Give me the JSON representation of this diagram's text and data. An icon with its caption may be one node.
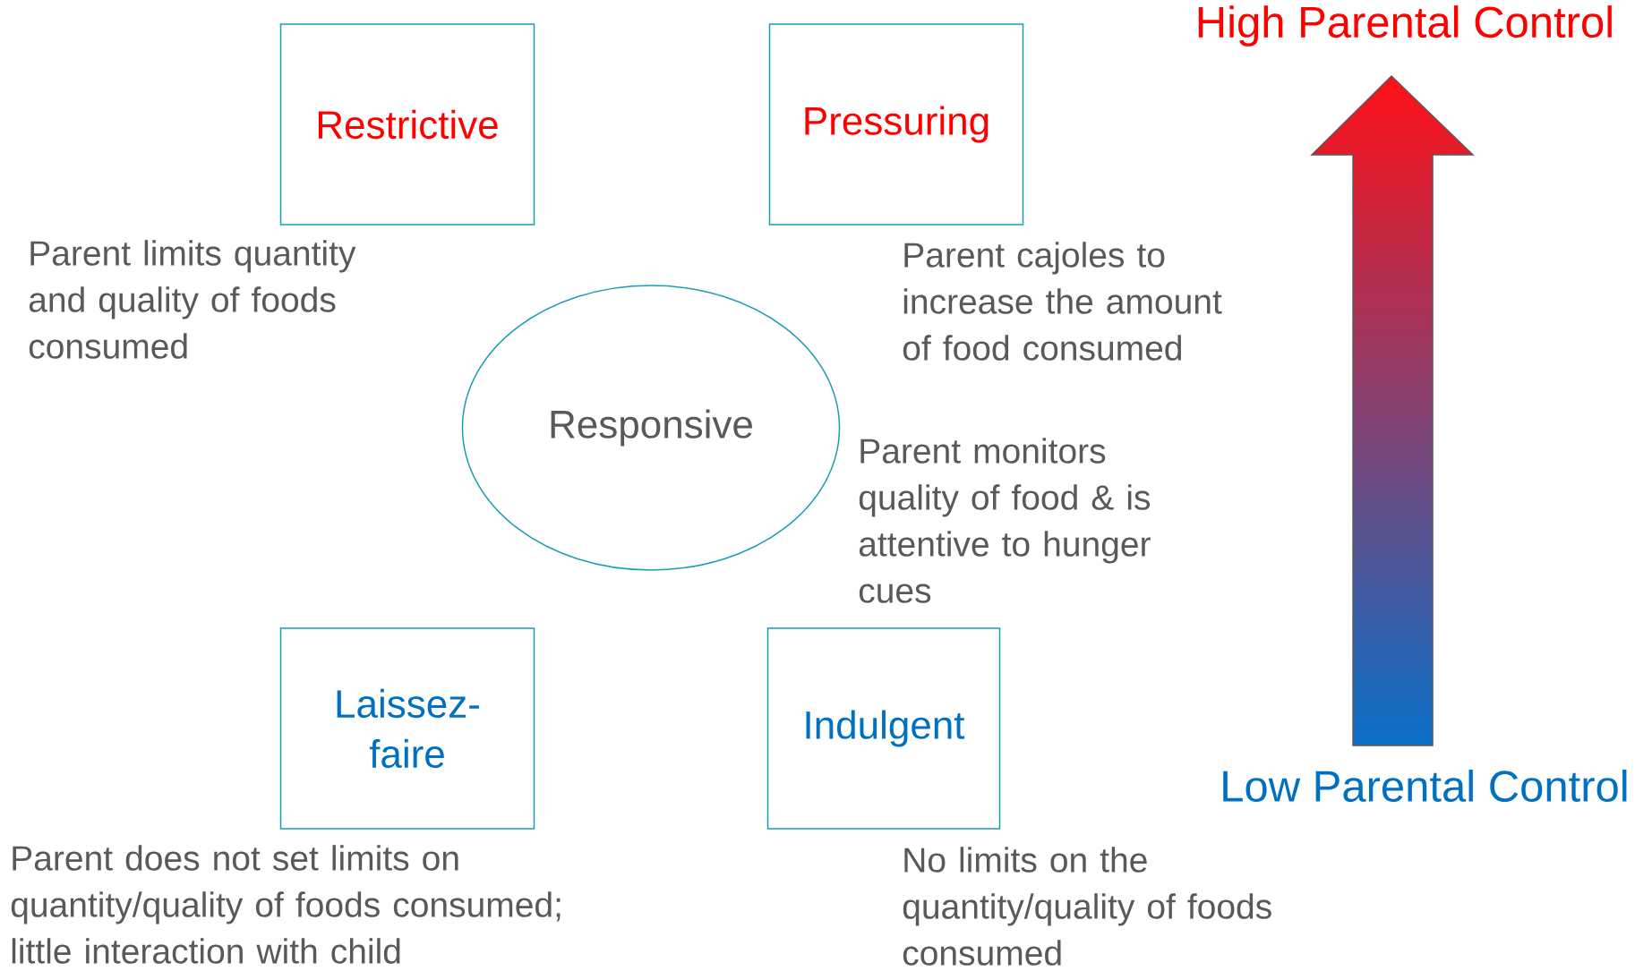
{
  "diagram": {
    "nodes": [
      {
        "text": [
          "Restrictive"
        ],
        "beside": [
          "Parent limits quantity and quality of foods consumed"
        ]
      },
      {
        "text": [
          "Pressuring"
        ],
        "beside": [
          "Parent cajoles to increase the amount of food consumed"
        ]
      },
      {
        "text": [
          "Responsive"
        ],
        "beside": [
          "Parent monitors quality of food & is attentive to hunger cues"
        ]
      },
      {
        "text": [
          "Laissez-faire"
        ],
        "beside": [
          "Parent does not set limits on quantity/quality of foods consumed; little interaction with child"
        ]
      },
      {
        "text": [
          "Indulgent"
        ],
        "beside": [
          "No limits on the quantity/quality of foods consumed"
        ]
      }
    ],
    "labels": [
      "High Parental Control",
      "Low Parental Control"
    ]
  }
}
